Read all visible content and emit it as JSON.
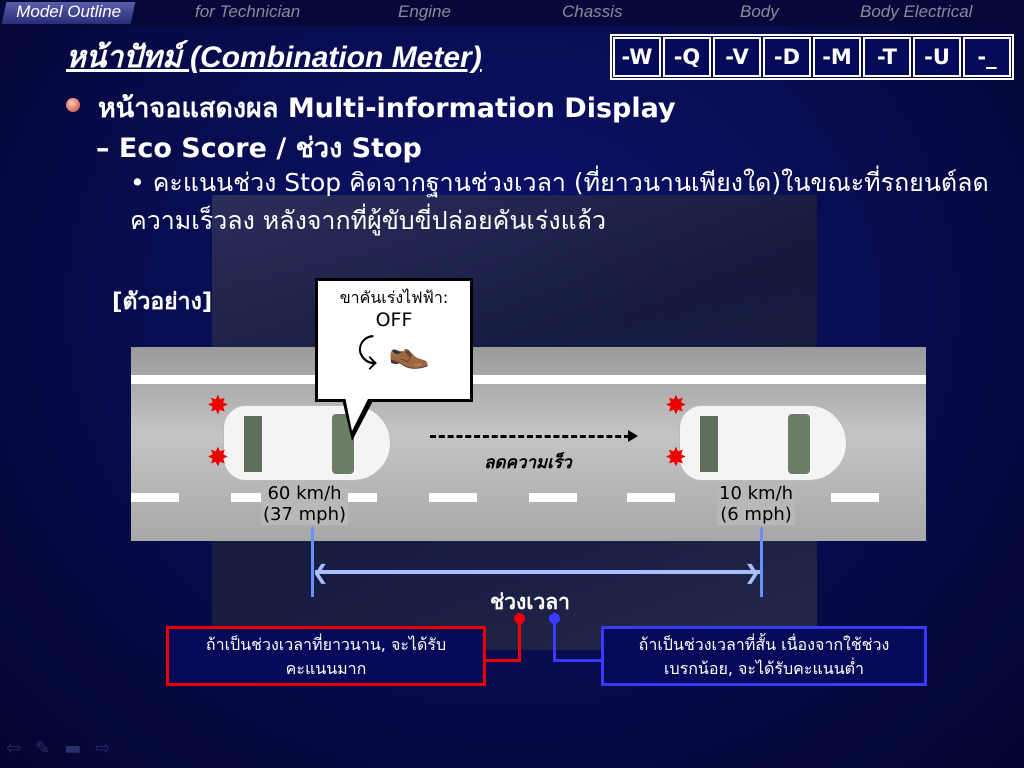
{
  "nav": {
    "items": [
      "Model Outline",
      "for Technician",
      "Engine",
      "Chassis",
      "Body",
      "Body Electrical"
    ],
    "active": "Model Outline"
  },
  "page_title": "หน้าปัทม์ (Combination Meter)",
  "model_codes": [
    "-W",
    "-Q",
    "-V",
    "-D",
    "-M",
    "-T",
    "-U",
    "-_"
  ],
  "bullet1": "หน้าจอแสดงผล Multi-information Display",
  "bullet2": "– Eco Score / ช่วง Stop",
  "bullet3": "• คะแนนช่วง Stop คิดจากฐานช่วงเวลา (ที่ยาวนานเพียงใด)ในขณะที่รถยนต์ลดความเร็วลง หลังจากที่ผู้ขับขี่ปล่อยคันเร่งแล้ว",
  "example_label": "[ตัวอย่าง]",
  "bubble": {
    "line1": "ขาคันเร่งไฟฟ้า:",
    "line2": "OFF"
  },
  "decel_label": "ลดความเร็ว",
  "speed_start": {
    "kmh": "60 km/h",
    "mph": "(37 mph)"
  },
  "speed_end": {
    "kmh": "10 km/h",
    "mph": "(6 mph)"
  },
  "period_label": "ช่วงเวลา",
  "red_box": {
    "line1": "ถ้าเป็นช่วงเวลาที่ยาวนาน, จะได้รับ",
    "line2": "คะแนนมาก"
  },
  "blue_box": {
    "line1": "ถ้าเป็นช่วงเวลาที่สั้น เนื่องจากใช้ช่วง",
    "line2": "เบรกน้อย, จะได้รับคะแนนต่ำ"
  },
  "colors": {
    "red": "#e00000",
    "blue": "#3a3aff",
    "arrow": "#a8c0ff"
  }
}
